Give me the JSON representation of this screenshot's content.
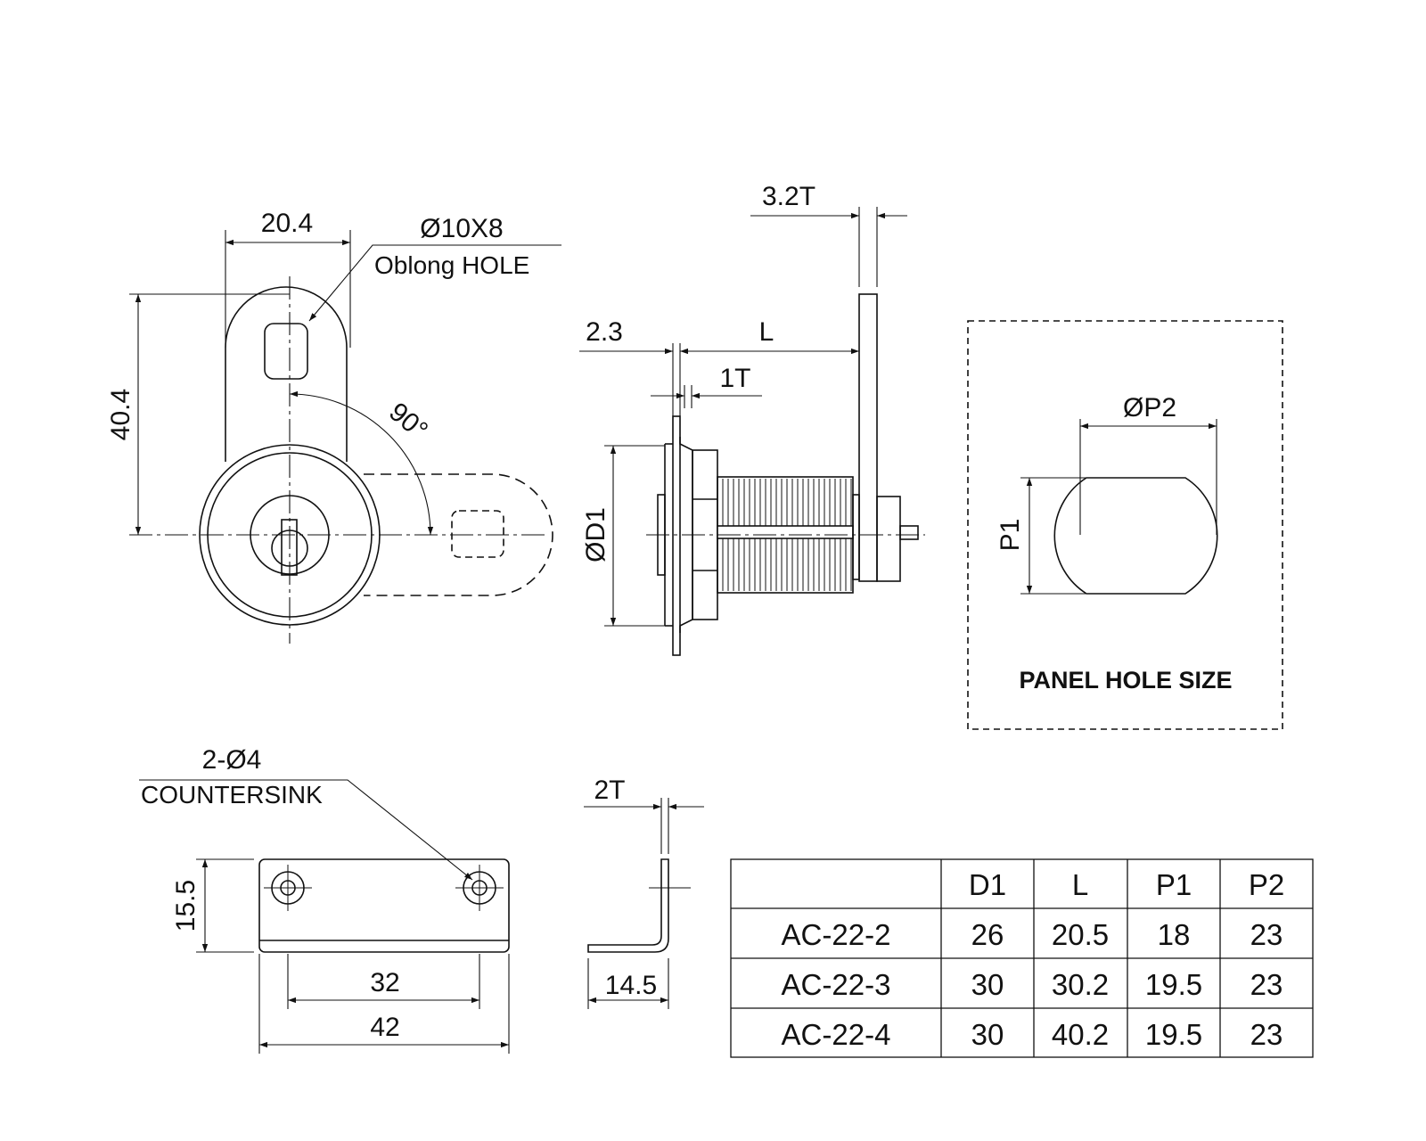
{
  "front_view": {
    "width_label": "20.4",
    "height_label": "40.4",
    "hole_label": "Ø10X8",
    "hole_note": "Oblong HOLE",
    "angle_label": "90°"
  },
  "side_view": {
    "cam_thickness": "3.2T",
    "flange_label": "2.3",
    "length_label": "L",
    "washer_label": "1T",
    "diameter_label": "ØD1"
  },
  "panel_hole": {
    "title": "PANEL HOLE SIZE",
    "width_label": "ØP2",
    "height_label": "P1"
  },
  "bracket": {
    "hole_label": "2-Ø4",
    "hole_note": "COUNTERSINK",
    "height_label": "15.5",
    "pitch_label": "32",
    "length_label": "42",
    "thickness_label": "2T",
    "leg_label": "14.5"
  },
  "table": {
    "headers": [
      "",
      "D1",
      "L",
      "P1",
      "P2"
    ],
    "rows": [
      [
        "AC-22-2",
        "26",
        "20.5",
        "18",
        "23"
      ],
      [
        "AC-22-3",
        "30",
        "30.2",
        "19.5",
        "23"
      ],
      [
        "AC-22-4",
        "30",
        "40.2",
        "19.5",
        "23"
      ]
    ]
  }
}
